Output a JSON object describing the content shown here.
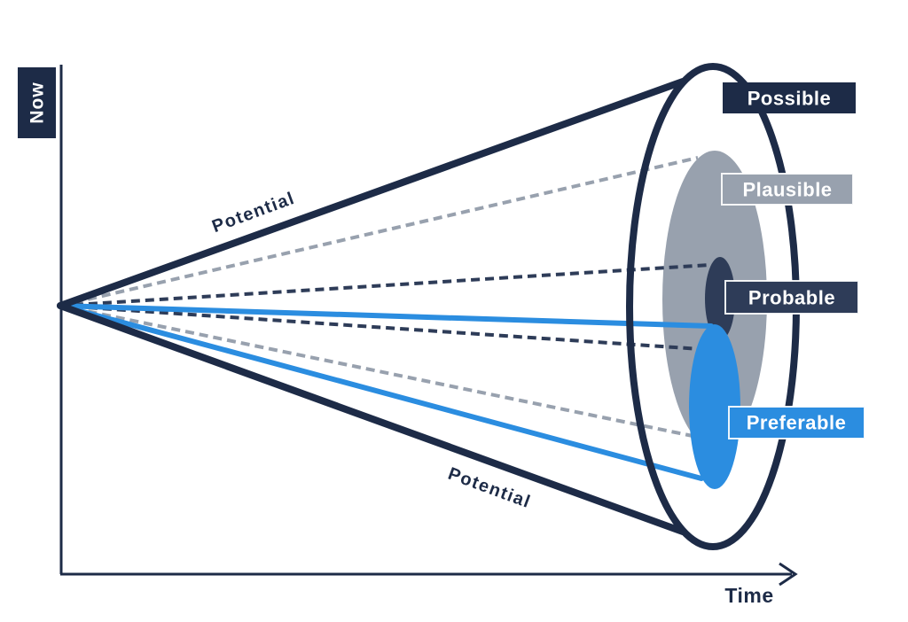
{
  "axes": {
    "y_axis_label": "Now",
    "x_axis_label": "Time"
  },
  "cone": {
    "upper_label": "Potential",
    "lower_label": "Potential"
  },
  "futures": [
    {
      "label": "Possible",
      "color": "#1d2b47"
    },
    {
      "label": "Plausible",
      "color": "#98a1ae"
    },
    {
      "label": "Probable",
      "color": "#2e3c58"
    },
    {
      "label": "Preferable",
      "color": "#2b8de0"
    }
  ],
  "colors": {
    "background": "#ffffff",
    "line_dark": "#1d2b47",
    "dashed_gray": "#98a1ae",
    "dashed_navy": "#2e3c58",
    "highlight_blue": "#2b8de0",
    "label_text": "#ffffff"
  }
}
